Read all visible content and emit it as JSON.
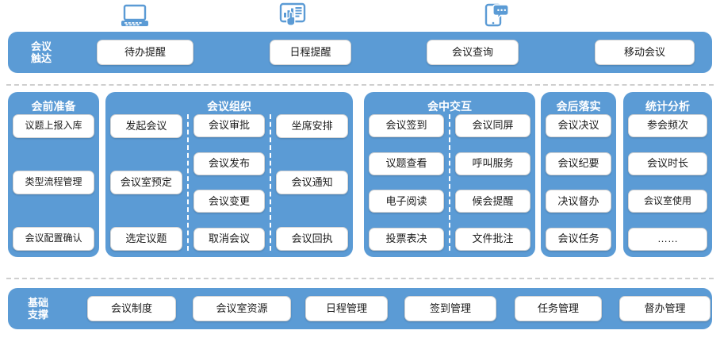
{
  "top_icons": [
    {
      "name": "laptop-icon",
      "label": "laptop"
    },
    {
      "name": "tablet-chart-touch-icon",
      "label": "tablet-chart-touch"
    },
    {
      "name": "smartphone-message-icon",
      "label": "smartphone-message"
    }
  ],
  "touch_band": {
    "label": "会议\n触达",
    "label_line1": "会议",
    "label_line2": "触达",
    "items": [
      {
        "label": "待办提醒"
      },
      {
        "label": "日程提醒"
      },
      {
        "label": "会议查询"
      },
      {
        "label": "移动会议"
      }
    ]
  },
  "panels": [
    {
      "title": "会前准备",
      "columns": [
        {
          "items": [
            {
              "label": "议题上报入库"
            },
            {
              "label": "类型流程管理"
            },
            {
              "label": "会议配置确认"
            }
          ]
        }
      ]
    },
    {
      "title": "会议组织",
      "columns": [
        {
          "items": [
            {
              "label": "发起会议"
            },
            {
              "label": "会议室预定"
            },
            {
              "label": "选定议题"
            }
          ]
        },
        {
          "items": [
            {
              "label": "会议审批"
            },
            {
              "label": "会议发布"
            },
            {
              "label": "会议变更"
            },
            {
              "label": "取消会议"
            }
          ]
        },
        {
          "items": [
            {
              "label": "坐席安排"
            },
            {
              "label": "会议通知"
            },
            {
              "label": "会议回执"
            }
          ]
        }
      ]
    },
    {
      "title": "会中交互",
      "columns": [
        {
          "items": [
            {
              "label": "会议签到"
            },
            {
              "label": "议题查看"
            },
            {
              "label": "电子阅读"
            },
            {
              "label": "投票表决"
            }
          ]
        },
        {
          "items": [
            {
              "label": "会议同屏"
            },
            {
              "label": "呼叫服务"
            },
            {
              "label": "候会提醒"
            },
            {
              "label": "文件批注"
            }
          ]
        }
      ]
    },
    {
      "title": "会后落实",
      "columns": [
        {
          "items": [
            {
              "label": "会议决议"
            },
            {
              "label": "会议纪要"
            },
            {
              "label": "决议督办"
            },
            {
              "label": "会议任务"
            }
          ]
        }
      ]
    },
    {
      "title": "统计分析",
      "columns": [
        {
          "items": [
            {
              "label": "参会频次"
            },
            {
              "label": "会议时长"
            },
            {
              "label": "会议室使用"
            },
            {
              "label": "……"
            }
          ]
        }
      ]
    }
  ],
  "support_band": {
    "label_line1": "基础",
    "label_line2": "支撑",
    "items": [
      {
        "label": "会议制度"
      },
      {
        "label": "会议室资源"
      },
      {
        "label": "日程管理"
      },
      {
        "label": "签到管理"
      },
      {
        "label": "任务管理"
      },
      {
        "label": "督办管理"
      }
    ]
  },
  "colors": {
    "brand_blue": "#5b9bd5",
    "chip_white": "#ffffff",
    "chip_border": "#d4d4d4",
    "dashed_gray": "#cfcfcf",
    "text_dark": "#1b1b1b"
  }
}
